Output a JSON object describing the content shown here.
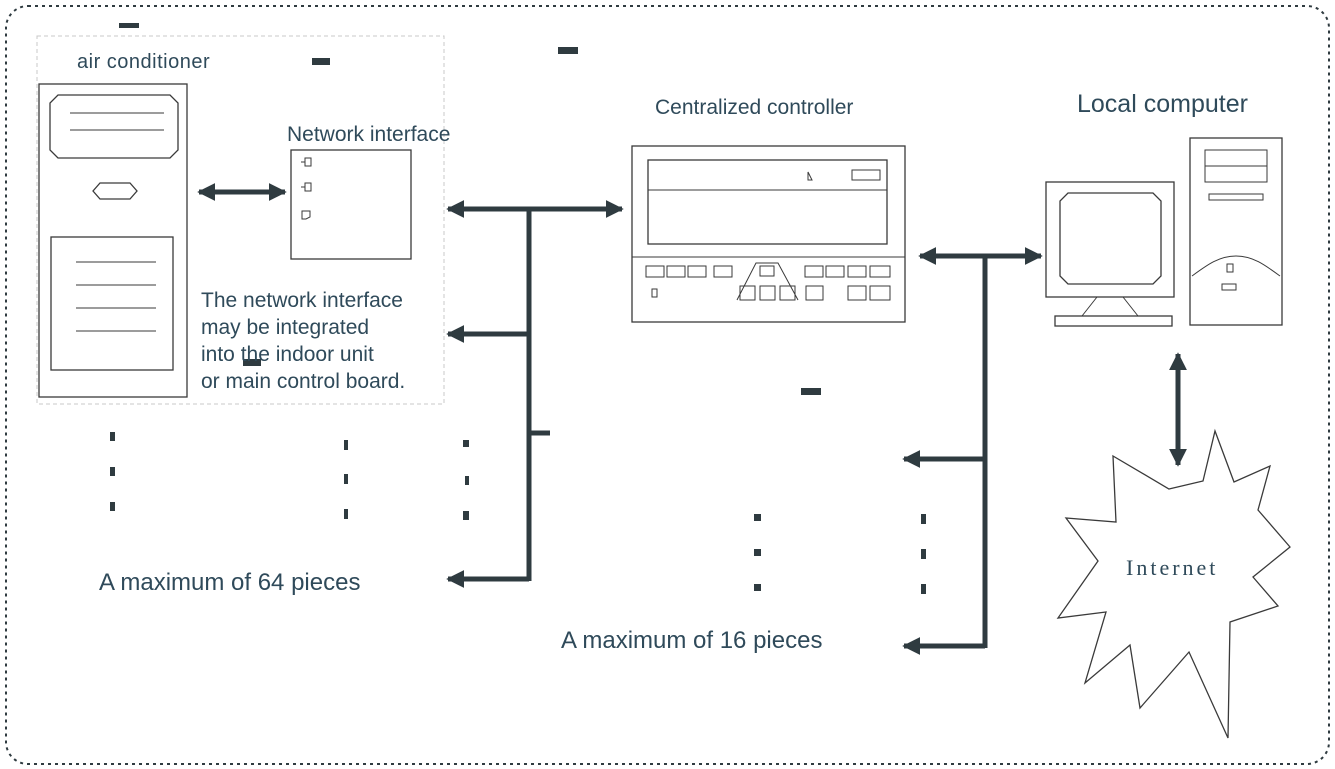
{
  "labels": {
    "air_conditioner": "air conditioner",
    "network_interface": "Network interface",
    "note_line1": "The network interface",
    "note_line2": "may be integrated",
    "note_line3": "into the indoor unit",
    "note_line4": "or main control board.",
    "centralized_controller": "Centralized controller",
    "local_computer": "Local computer",
    "internet": "Internet",
    "max_64": "A maximum of 64 pieces",
    "max_16": "A maximum of 16 pieces"
  },
  "colors": {
    "text": "#2f4a5a",
    "line": "#2f3b40",
    "outline": "#3a3a3a"
  }
}
